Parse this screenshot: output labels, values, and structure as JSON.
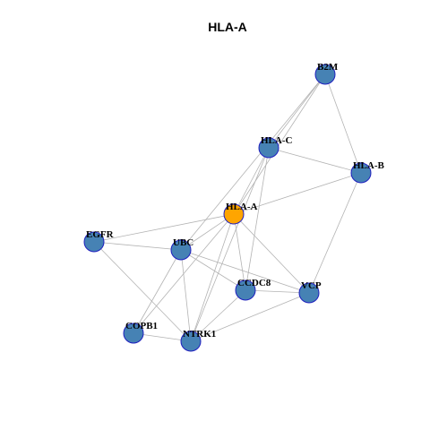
{
  "title": "HLA-A",
  "colors": {
    "node_default": "#4682b4",
    "node_focus": "#ffa500",
    "node_border": "#1f1fbf",
    "edge": "#b3b3b3"
  },
  "network": {
    "focus_node": "HLA-A",
    "nodes": [
      {
        "id": "B2M",
        "label": "B2M"
      },
      {
        "id": "HLA-C",
        "label": "HLA-C"
      },
      {
        "id": "HLA-B",
        "label": "HLA-B"
      },
      {
        "id": "HLA-A",
        "label": "HLA-A"
      },
      {
        "id": "EGFR",
        "label": "EGFR"
      },
      {
        "id": "UBC",
        "label": "UBC"
      },
      {
        "id": "CCDC8",
        "label": "CCDC8"
      },
      {
        "id": "VCP",
        "label": "VCP"
      },
      {
        "id": "COPB1",
        "label": "COPB1"
      },
      {
        "id": "NTRK1",
        "label": "NTRK1"
      }
    ],
    "edges": [
      [
        "B2M",
        "HLA-C"
      ],
      [
        "B2M",
        "HLA-B"
      ],
      [
        "B2M",
        "HLA-A"
      ],
      [
        "B2M",
        "UBC"
      ],
      [
        "HLA-C",
        "HLA-B"
      ],
      [
        "HLA-C",
        "HLA-A"
      ],
      [
        "HLA-C",
        "CCDC8"
      ],
      [
        "HLA-C",
        "NTRK1"
      ],
      [
        "HLA-B",
        "HLA-A"
      ],
      [
        "HLA-B",
        "VCP"
      ],
      [
        "HLA-A",
        "EGFR"
      ],
      [
        "HLA-A",
        "UBC"
      ],
      [
        "HLA-A",
        "CCDC8"
      ],
      [
        "HLA-A",
        "VCP"
      ],
      [
        "HLA-A",
        "NTRK1"
      ],
      [
        "HLA-A",
        "COPB1"
      ],
      [
        "EGFR",
        "UBC"
      ],
      [
        "EGFR",
        "NTRK1"
      ],
      [
        "UBC",
        "CCDC8"
      ],
      [
        "UBC",
        "VCP"
      ],
      [
        "UBC",
        "COPB1"
      ],
      [
        "UBC",
        "NTRK1"
      ],
      [
        "CCDC8",
        "VCP"
      ],
      [
        "CCDC8",
        "NTRK1"
      ],
      [
        "VCP",
        "NTRK1"
      ],
      [
        "COPB1",
        "NTRK1"
      ]
    ]
  }
}
